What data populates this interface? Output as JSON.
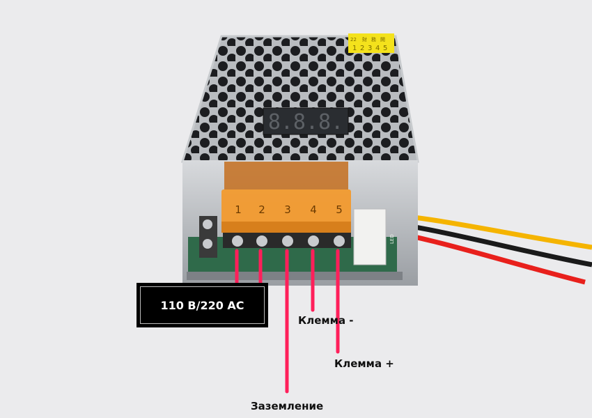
{
  "device": {
    "display_readout": "8.8.8.",
    "terminal_numbers": [
      "1",
      "2",
      "3",
      "4",
      "5"
    ],
    "sticker_top": [
      "22",
      "財",
      "務",
      "開"
    ],
    "sticker_bottom": [
      "1",
      "2",
      "3",
      "4",
      "5"
    ],
    "pcb_marking": "LED"
  },
  "annotations": {
    "ac_input": "110 В/220 AC",
    "terminal_minus": "Клемма -",
    "terminal_plus": "Клемма +",
    "ground": "Заземление"
  },
  "colors": {
    "callout_line": "#ff1f5a",
    "terminal_cover": "#f29a2e",
    "wire_yellow": "#f5b400",
    "wire_black": "#1a1a1a",
    "wire_red": "#e8201c"
  }
}
